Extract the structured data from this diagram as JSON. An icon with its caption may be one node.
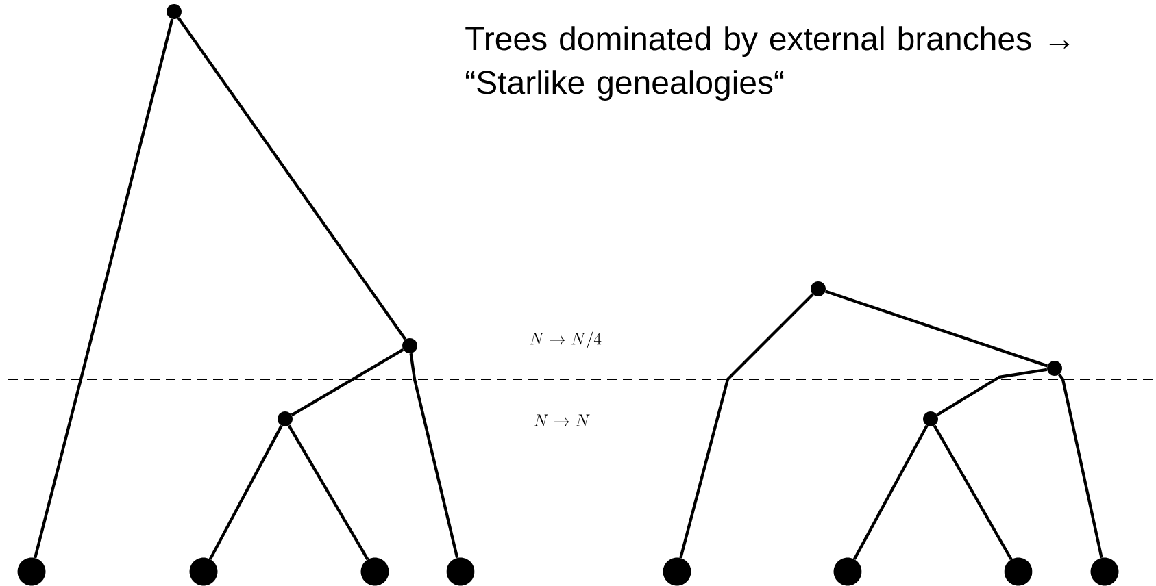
{
  "diagram": {
    "nodes": [
      {
        "text": [],
        "shape": "circle"
      },
      {
        "text": [],
        "shape": "circle"
      },
      {
        "text": [],
        "shape": "circle"
      },
      {
        "text": [],
        "shape": "circle"
      },
      {
        "text": [],
        "shape": "circle"
      },
      {
        "text": [],
        "shape": "circle"
      },
      {
        "text": [],
        "shape": "circle"
      },
      {
        "text": [],
        "shape": "circle"
      },
      {
        "text": [],
        "shape": "circle"
      },
      {
        "text": [],
        "shape": "circle"
      },
      {
        "text": [],
        "shape": "circle"
      },
      {
        "text": [],
        "shape": "circle"
      },
      {
        "text": [],
        "shape": "circle"
      },
      {
        "text": [],
        "shape": "circle"
      }
    ],
    "edges": [
      {
        "from": 0,
        "to": 3,
        "arrow": "none"
      },
      {
        "from": 0,
        "to": 1,
        "arrow": "none"
      },
      {
        "from": 1,
        "to": 2,
        "arrow": "none"
      },
      {
        "from": 1,
        "to": 6,
        "arrow": "none"
      },
      {
        "from": 2,
        "to": 4,
        "arrow": "none"
      },
      {
        "from": 2,
        "to": 5,
        "arrow": "none"
      },
      {
        "from": 7,
        "to": 10,
        "arrow": "none"
      },
      {
        "from": 7,
        "to": 8,
        "arrow": "none"
      },
      {
        "from": 8,
        "to": 9,
        "arrow": "none"
      },
      {
        "from": 8,
        "to": 13,
        "arrow": "none"
      },
      {
        "from": 9,
        "to": 11,
        "arrow": "none"
      },
      {
        "from": 9,
        "to": 12,
        "arrow": "none"
      }
    ],
    "labels": [
      "Trees dominated by external branches → “Starlike genealogies“",
      "N \\to N/4",
      "N \\to N"
    ]
  }
}
